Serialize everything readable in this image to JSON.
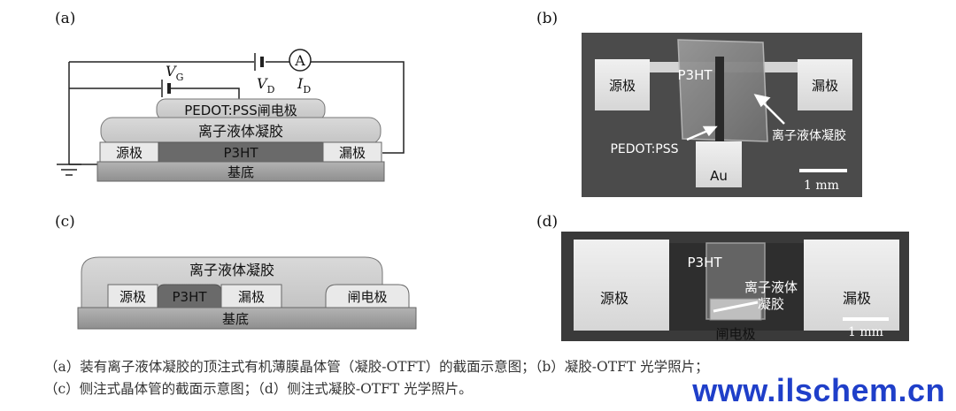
{
  "panels": {
    "a": {
      "tag": "(a)",
      "vg": "V",
      "vg_sub": "G",
      "vd": "V",
      "vd_sub": "D",
      "id": "I",
      "id_sub": "D",
      "ammeter": "A",
      "gate": "PEDOT:PSS闸电极",
      "gel": "离子液体凝胶",
      "source": "源极",
      "channel": "P3HT",
      "drain": "漏极",
      "substrate": "基底"
    },
    "b": {
      "tag": "(b)",
      "source": "源极",
      "channel": "P3HT",
      "drain": "漏极",
      "pedot": "PEDOT:PSS",
      "gel": "离子液体凝胶",
      "au": "Au",
      "scale": "1 mm"
    },
    "c": {
      "tag": "(c)",
      "gel": "离子液体凝胶",
      "source": "源极",
      "channel": "P3HT",
      "drain": "漏极",
      "gate": "闸电极",
      "substrate": "基底"
    },
    "d": {
      "tag": "(d)",
      "channel": "P3HT",
      "source": "源极",
      "gel_line1": "离子液体",
      "gel_line2": "凝胶",
      "drain": "漏极",
      "gate": "闸电极",
      "scale": "1 mm"
    }
  },
  "caption": {
    "line1": "（a）装有离子液体凝胶的顶注式有机薄膜晶体管（凝胶-OTFT）的截面示意图；（b）凝胶-OTFT 光学照片；",
    "line2": "（c）侧注式晶体管的截面示意图；（d）侧注式凝胶-OTFT 光学照片。"
  },
  "watermark": "www.ilschem.cn"
}
